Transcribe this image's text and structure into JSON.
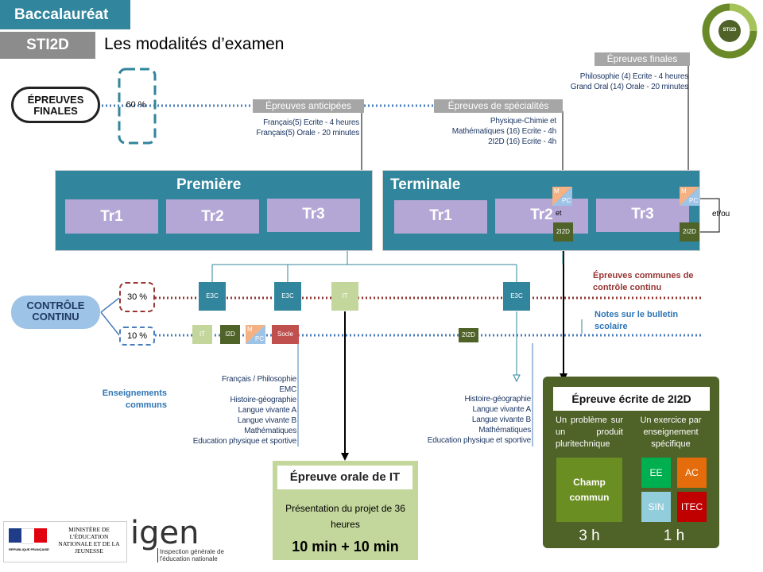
{
  "header": {
    "bac_label": "Baccalauréat",
    "stream_label": "STI2D",
    "title": "Les modalités d’examen",
    "logo_text": "STI2D"
  },
  "epreuves_finales_badge": "ÉPREUVES FINALES",
  "epreuves_finales_pct": "60 %",
  "controle_continu_badge": "CONTRÔLE CONTINU",
  "cc_pct_30": "30 %",
  "cc_pct_10": "10 %",
  "anticipees": {
    "label": "Épreuves anticipées",
    "lines": [
      "Français(5) Ecrite - 4 heures",
      "Français(5) Orale - 20 minutes"
    ]
  },
  "specialites": {
    "label": "Épreuves de spécialités",
    "lines": [
      "Physique-Chimie et",
      "Mathématiques (16) Ecrite - 4h",
      "2I2D (16) Ecrite - 4h"
    ]
  },
  "finales": {
    "label": "Épreuves finales",
    "lines": [
      "Philosophie (4) Ecrite - 4 heures",
      "Grand Oral (14) Orale - 20 minutes"
    ]
  },
  "premiere": {
    "title": "Première",
    "terms": [
      "Tr1",
      "Tr2",
      "Tr3"
    ]
  },
  "terminale": {
    "title": "Terminale",
    "terms": [
      "Tr1",
      "Tr2",
      "Tr3"
    ],
    "et": "et",
    "etou": "et/ou",
    "m": "M",
    "pc": "PC",
    "i2d": "2I2D"
  },
  "cc_boxes": {
    "e3c": "E3C",
    "it": "IT",
    "i2d": "I2D",
    "m": "M",
    "pc": "PC",
    "socle": "Socle",
    "i2d2": "2I2D"
  },
  "legend": {
    "communes": "Épreuves communes de contrôle continu",
    "bulletin": "Notes sur le bulletin scolaire"
  },
  "enseignements_label": "Enseignements communs",
  "ens_premiere": [
    "Français / Philosophie",
    "EMC",
    "Histoire-géographie",
    "Langue vivante A",
    "Langue vivante B",
    "Mathématiques",
    "Education physique et sportive"
  ],
  "ens_terminale": [
    "Histoire-géographie",
    "Langue vivante A",
    "Langue vivante B",
    "Mathématiques",
    "Education physique et sportive"
  ],
  "oral_it": {
    "title": "Épreuve orale de IT",
    "desc": "Présentation du projet de 36 heures",
    "duration": "10 min + 10 min"
  },
  "ecrite_2i2d": {
    "title": "Épreuve écrite de 2I2D",
    "left_text": "Un problème sur un produit pluritechnique",
    "right_text": "Un exercice par enseignement spécifique",
    "champ": "Champ commun",
    "ee": "EE",
    "ac": "AC",
    "sin": "SIN",
    "itec": "ITEC",
    "dur_left": "3 h",
    "dur_right": "1 h"
  },
  "footer": {
    "ministere": "MINISTÈRE DE L'ÉDUCATION NATIONALE ET DE LA JEUNESSE",
    "rf": "RÉPUBLIQUE FRANÇAISE",
    "igen": "igen",
    "igen_sub": "Inspection générale de l'éducation nationale"
  },
  "colors": {
    "teal": "#31859c",
    "purple": "#b4a7d6",
    "green_dark": "#4f6228",
    "green_light": "#c3d69b",
    "brown_red": "#963634",
    "blue_dotted": "#4a7ebb"
  }
}
